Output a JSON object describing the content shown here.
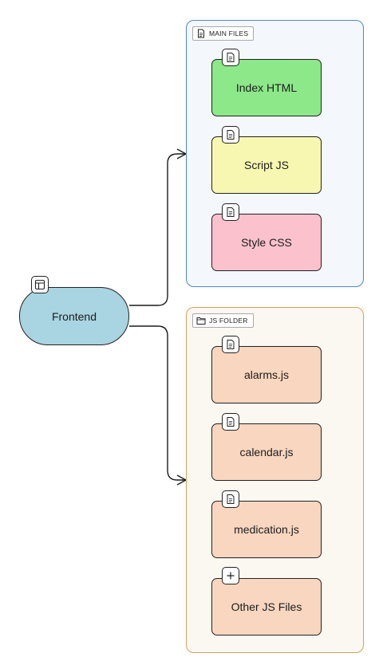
{
  "diagram": {
    "root": {
      "label": "Frontend",
      "icon": "layout-icon",
      "fill": "#a9d4e1"
    },
    "groups": [
      {
        "id": "main-files",
        "label": "MAIN FILES",
        "icon": "document-icon",
        "border": "#4f86d6",
        "nodes": [
          {
            "label": "Index HTML",
            "icon": "document-icon",
            "fill": "#8ce889"
          },
          {
            "label": "Script JS",
            "icon": "document-icon",
            "fill": "#f8f7b1"
          },
          {
            "label": "Style CSS",
            "icon": "document-icon",
            "fill": "#fbc2cd"
          }
        ]
      },
      {
        "id": "js-folder",
        "label": "JS FOLDER",
        "icon": "folder-icon",
        "border": "#d3a25b",
        "nodes": [
          {
            "label": "alarms.js",
            "icon": "document-icon",
            "fill": "#f8d6bf"
          },
          {
            "label": "calendar.js",
            "icon": "document-icon",
            "fill": "#f8d6bf"
          },
          {
            "label": "medication.js",
            "icon": "document-icon",
            "fill": "#f8d6bf"
          },
          {
            "label": "Other JS Files",
            "icon": "plus-icon",
            "fill": "#f8d6bf"
          }
        ]
      }
    ],
    "edges": [
      {
        "from": "Frontend",
        "to": "MAIN FILES"
      },
      {
        "from": "Frontend",
        "to": "JS FOLDER"
      }
    ]
  }
}
